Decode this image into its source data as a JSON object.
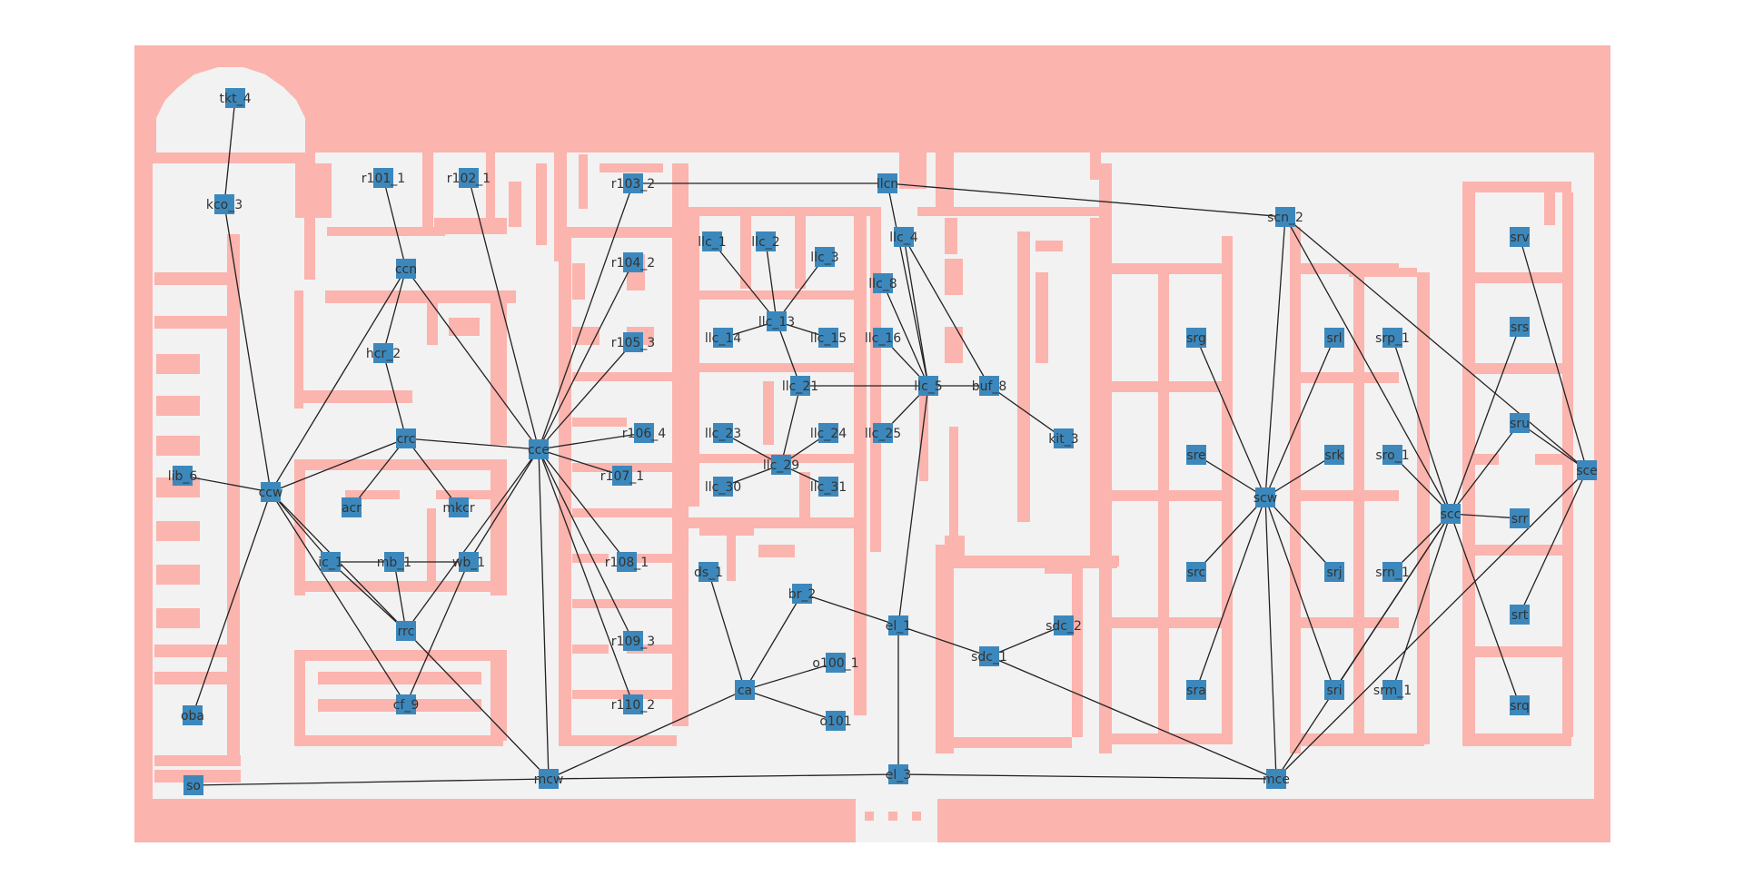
{
  "colors": {
    "background": "#ffffff",
    "floor": "#f2f2f2",
    "wall": "#fbb4ae",
    "node": "#3c88bc",
    "edge": "#222222",
    "label": "#333333"
  },
  "nodes": [
    {
      "id": "tkt_4"
    },
    {
      "id": "kco_3"
    },
    {
      "id": "r101_1"
    },
    {
      "id": "r102_1"
    },
    {
      "id": "r103_2"
    },
    {
      "id": "llcn"
    },
    {
      "id": "scn_2"
    },
    {
      "id": "llc_4"
    },
    {
      "id": "llc_1"
    },
    {
      "id": "llc_2"
    },
    {
      "id": "llc_3"
    },
    {
      "id": "llc_8"
    },
    {
      "id": "ccn"
    },
    {
      "id": "r104_2"
    },
    {
      "id": "srv"
    },
    {
      "id": "srs"
    },
    {
      "id": "llc_13"
    },
    {
      "id": "llc_14"
    },
    {
      "id": "llc_15"
    },
    {
      "id": "llc_16"
    },
    {
      "id": "srg"
    },
    {
      "id": "srl"
    },
    {
      "id": "srp_1"
    },
    {
      "id": "hcr_2"
    },
    {
      "id": "r105_3"
    },
    {
      "id": "llc_21"
    },
    {
      "id": "llc_5"
    },
    {
      "id": "buf_8"
    },
    {
      "id": "crc"
    },
    {
      "id": "llc_23"
    },
    {
      "id": "llc_24"
    },
    {
      "id": "llc_25"
    },
    {
      "id": "r106_4"
    },
    {
      "id": "kit_3"
    },
    {
      "id": "cce"
    },
    {
      "id": "sru"
    },
    {
      "id": "sre"
    },
    {
      "id": "srk"
    },
    {
      "id": "sro_1"
    },
    {
      "id": "sce"
    },
    {
      "id": "lib_6"
    },
    {
      "id": "r107_1"
    },
    {
      "id": "llc_29"
    },
    {
      "id": "llc_30"
    },
    {
      "id": "llc_31"
    },
    {
      "id": "ccw"
    },
    {
      "id": "scw"
    },
    {
      "id": "acr"
    },
    {
      "id": "mkcr"
    },
    {
      "id": "scc"
    },
    {
      "id": "srr"
    },
    {
      "id": "ic_1"
    },
    {
      "id": "mb_1"
    },
    {
      "id": "wb_1"
    },
    {
      "id": "r108_1"
    },
    {
      "id": "ds_1"
    },
    {
      "id": "src"
    },
    {
      "id": "srj"
    },
    {
      "id": "srn_1"
    },
    {
      "id": "br_2"
    },
    {
      "id": "srt"
    },
    {
      "id": "el_1"
    },
    {
      "id": "sdc_2"
    },
    {
      "id": "rrc"
    },
    {
      "id": "r109_3"
    },
    {
      "id": "sdc_1"
    },
    {
      "id": "o100_1"
    },
    {
      "id": "cf_9"
    },
    {
      "id": "ca"
    },
    {
      "id": "r110_2"
    },
    {
      "id": "sra"
    },
    {
      "id": "sri"
    },
    {
      "id": "srm_1"
    },
    {
      "id": "srq"
    },
    {
      "id": "oba"
    },
    {
      "id": "o101"
    },
    {
      "id": "mcw"
    },
    {
      "id": "el_3"
    },
    {
      "id": "mce"
    },
    {
      "id": "so"
    }
  ],
  "edges": [
    [
      "tkt_4",
      "kco_3"
    ],
    [
      "kco_3",
      "ccw"
    ],
    [
      "r101_1",
      "ccn"
    ],
    [
      "r102_1",
      "cce"
    ],
    [
      "ccn",
      "hcr_2"
    ],
    [
      "ccn",
      "ccw"
    ],
    [
      "ccn",
      "cce"
    ],
    [
      "hcr_2",
      "crc"
    ],
    [
      "crc",
      "ccw"
    ],
    [
      "crc",
      "acr"
    ],
    [
      "crc",
      "mkcr"
    ],
    [
      "crc",
      "cce"
    ],
    [
      "lib_6",
      "ccw"
    ],
    [
      "ccw",
      "oba"
    ],
    [
      "ccw",
      "ic_1"
    ],
    [
      "ccw",
      "rrc"
    ],
    [
      "ccw",
      "cf_9"
    ],
    [
      "ic_1",
      "mb_1"
    ],
    [
      "ic_1",
      "rrc"
    ],
    [
      "mb_1",
      "rrc"
    ],
    [
      "mb_1",
      "wb_1"
    ],
    [
      "wb_1",
      "cce"
    ],
    [
      "wb_1",
      "cf_9"
    ],
    [
      "rrc",
      "cce"
    ],
    [
      "rrc",
      "mcw"
    ],
    [
      "cce",
      "r103_2"
    ],
    [
      "cce",
      "r104_2"
    ],
    [
      "cce",
      "r105_3"
    ],
    [
      "cce",
      "r106_4"
    ],
    [
      "cce",
      "r107_1"
    ],
    [
      "cce",
      "r108_1"
    ],
    [
      "cce",
      "r109_3"
    ],
    [
      "cce",
      "r110_2"
    ],
    [
      "cce",
      "mcw"
    ],
    [
      "r103_2",
      "llcn"
    ],
    [
      "llcn",
      "scn_2"
    ],
    [
      "llcn",
      "llc_5"
    ],
    [
      "llc_1",
      "llc_13"
    ],
    [
      "llc_2",
      "llc_13"
    ],
    [
      "llc_3",
      "llc_13"
    ],
    [
      "llc_13",
      "llc_14"
    ],
    [
      "llc_13",
      "llc_15"
    ],
    [
      "llc_13",
      "llc_21"
    ],
    [
      "llc_4",
      "llc_5"
    ],
    [
      "llc_4",
      "buf_8"
    ],
    [
      "llc_8",
      "llc_5"
    ],
    [
      "llc_16",
      "llc_5"
    ],
    [
      "llc_21",
      "llc_5"
    ],
    [
      "llc_21",
      "llc_29"
    ],
    [
      "llc_5",
      "buf_8"
    ],
    [
      "llc_5",
      "llc_25"
    ],
    [
      "llc_5",
      "el_1"
    ],
    [
      "buf_8",
      "kit_3"
    ],
    [
      "llc_23",
      "llc_29"
    ],
    [
      "llc_24",
      "llc_29"
    ],
    [
      "llc_29",
      "llc_30"
    ],
    [
      "llc_29",
      "llc_31"
    ],
    [
      "ds_1",
      "ca"
    ],
    [
      "br_2",
      "ca"
    ],
    [
      "br_2",
      "el_1"
    ],
    [
      "ca",
      "o100_1"
    ],
    [
      "ca",
      "o101"
    ],
    [
      "ca",
      "mcw"
    ],
    [
      "el_1",
      "sdc_1"
    ],
    [
      "el_1",
      "el_3"
    ],
    [
      "sdc_1",
      "sdc_2"
    ],
    [
      "sdc_1",
      "mce"
    ],
    [
      "so",
      "mcw"
    ],
    [
      "mcw",
      "el_3"
    ],
    [
      "el_3",
      "mce"
    ],
    [
      "scn_2",
      "scw"
    ],
    [
      "scn_2",
      "scc"
    ],
    [
      "scn_2",
      "sce"
    ],
    [
      "srg",
      "scw"
    ],
    [
      "srl",
      "scw"
    ],
    [
      "sre",
      "scw"
    ],
    [
      "srk",
      "scw"
    ],
    [
      "src",
      "scw"
    ],
    [
      "srj",
      "scw"
    ],
    [
      "sra",
      "scw"
    ],
    [
      "sri",
      "scw"
    ],
    [
      "scw",
      "mce"
    ],
    [
      "srp_1",
      "scc"
    ],
    [
      "sro_1",
      "scc"
    ],
    [
      "srs",
      "scc"
    ],
    [
      "scc",
      "srr"
    ],
    [
      "scc",
      "srn_1"
    ],
    [
      "scc",
      "sri"
    ],
    [
      "scc",
      "srm_1"
    ],
    [
      "scc",
      "srq"
    ],
    [
      "scc",
      "mce"
    ],
    [
      "srv",
      "sce"
    ],
    [
      "sru",
      "sce"
    ],
    [
      "sru",
      "scc"
    ],
    [
      "sce",
      "srt"
    ],
    [
      "sce",
      "mce"
    ]
  ]
}
